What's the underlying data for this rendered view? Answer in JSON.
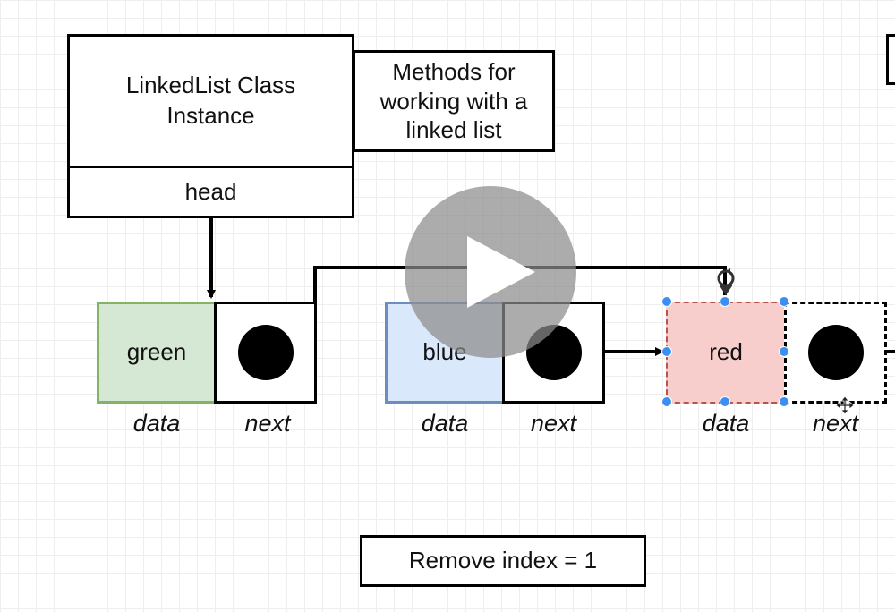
{
  "class_box": {
    "title": "LinkedList Class Instance",
    "head_label": "head"
  },
  "methods_box": {
    "text": "Methods for working with a linked list"
  },
  "nodes": [
    {
      "data": "green",
      "data_label": "data",
      "next_label": "next",
      "fill": "#d5e8d4",
      "stroke": "#82b366"
    },
    {
      "data": "blue",
      "data_label": "data",
      "next_label": "next",
      "fill": "#dae8fc",
      "stroke": "#6c8ebf"
    },
    {
      "data": "red",
      "data_label": "data",
      "next_label": "next",
      "fill": "#f8cecc",
      "stroke": "#b85450"
    }
  ],
  "caption": "Remove index = 1",
  "play_button": {
    "icon": "play-icon"
  },
  "selection_color": "#3b8ff3"
}
